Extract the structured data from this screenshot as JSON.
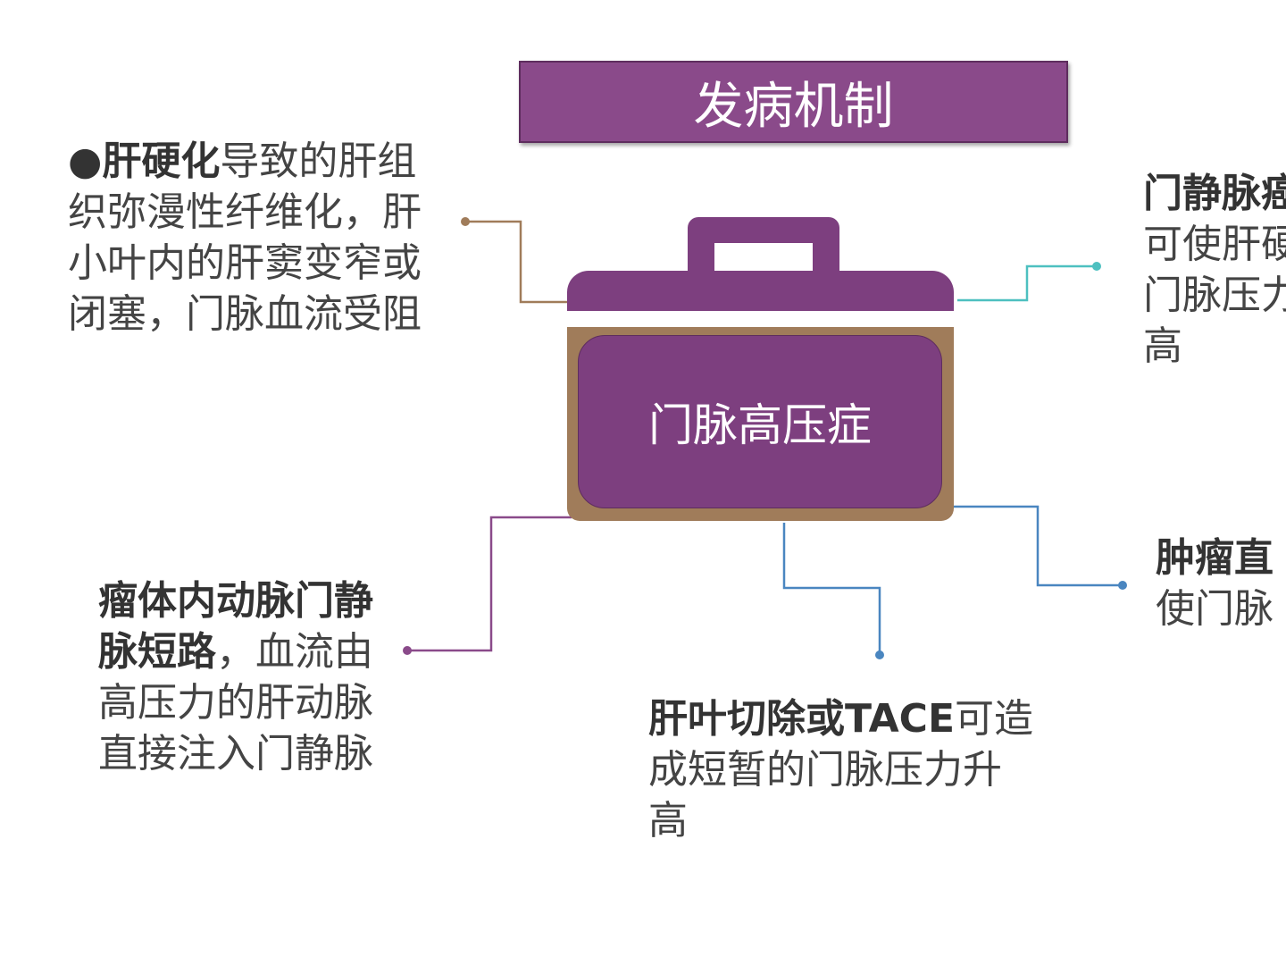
{
  "title": "发病机制",
  "center": "门脉高压症",
  "blocks": {
    "cirrhosis": {
      "bold": "肝硬化",
      "lines": [
        "导致的肝组",
        "织弥漫性纤维化，肝",
        "小叶内的肝窦变窄或",
        "闭塞，门脉血流受阻"
      ]
    },
    "shunt": {
      "lines_bold": [
        "瘤体内动脉门静",
        "脉短路"
      ],
      "lines": [
        "，血流由",
        "高压力的肝动脉",
        "直接注入门静脉"
      ]
    },
    "resection": {
      "bold": "肝叶切除或TACE",
      "lines": [
        "可造",
        "成短暂的门脉压力升",
        "高"
      ]
    },
    "thrombus": {
      "lines": [
        "门静脉癌",
        "可使肝硬",
        "门脉压力",
        "高"
      ]
    },
    "tumor": {
      "lines": [
        "肿瘤直",
        "使门脉"
      ]
    }
  },
  "colors": {
    "purple": "#7d3f7f",
    "brown": "#a07c5a",
    "teal": "#4dc0c0",
    "blue": "#4a86c0"
  }
}
